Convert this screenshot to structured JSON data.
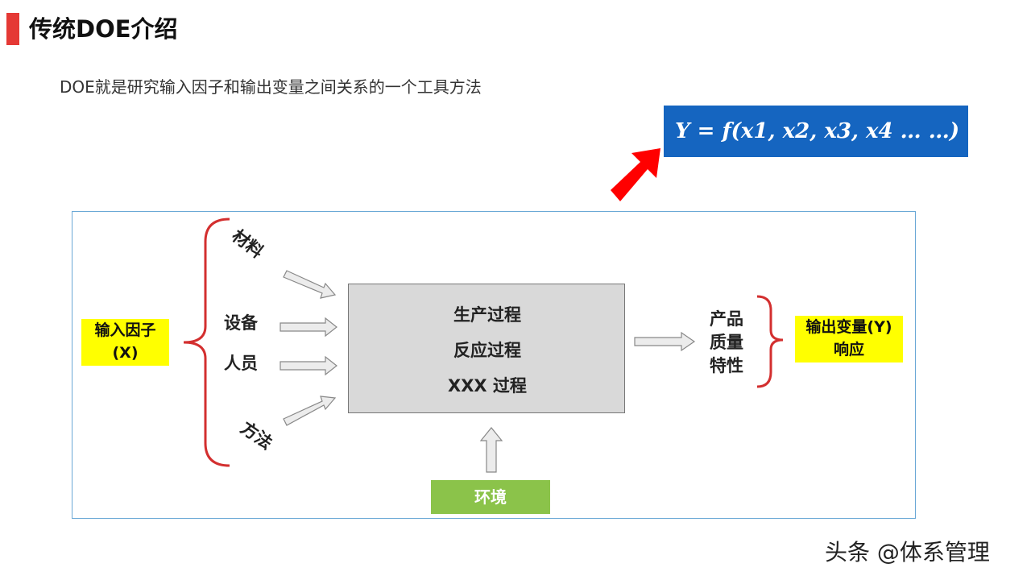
{
  "title": "传统DOE介绍",
  "subtitle": "DOE就是研究输入因子和输出变量之间关系的一个工具方法",
  "formula": "Y = f(x1, x2, x3, x4 … …)",
  "inputs": {
    "label_line1": "输入因子",
    "label_line2": "(X)",
    "factors": [
      "材料",
      "设备",
      "人员",
      "方法"
    ]
  },
  "process": {
    "lines": [
      "生产过程",
      "反应过程",
      "XXX 过程"
    ]
  },
  "environment": "环境",
  "output": {
    "characteristics": [
      "产品",
      "质量",
      "特性"
    ],
    "label_line1": "输出变量(Y)",
    "label_line2": "响应"
  },
  "watermark": "头条 @体系管理",
  "colors": {
    "accent_red": "#e53935",
    "formula_bg": "#1565c0",
    "highlight_yellow": "#ffff00",
    "env_green": "#8bc34a",
    "bracket_red": "#d32f2f"
  }
}
